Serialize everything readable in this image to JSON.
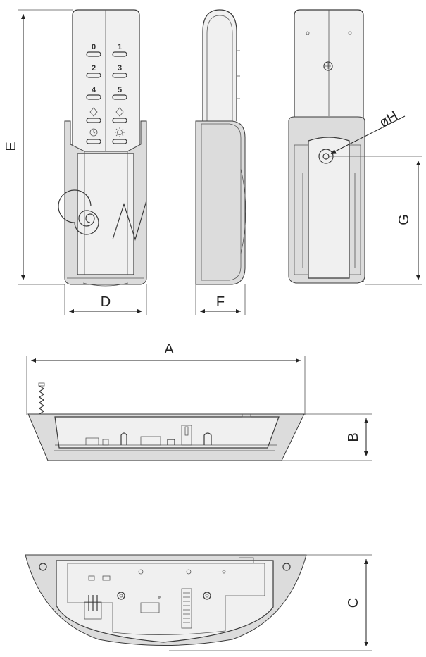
{
  "dimensions": {
    "A": "A",
    "B": "B",
    "C": "C",
    "D": "D",
    "E": "E",
    "F": "F",
    "G": "G",
    "H": "øH"
  },
  "keypad": {
    "left_column": [
      "0",
      "2",
      "4"
    ],
    "right_column": [
      "1",
      "3",
      "5"
    ]
  },
  "icons": [
    "up-arrow-icon",
    "clock-icon",
    "light-icon",
    "spiral-logo-icon",
    "screw-icon"
  ]
}
